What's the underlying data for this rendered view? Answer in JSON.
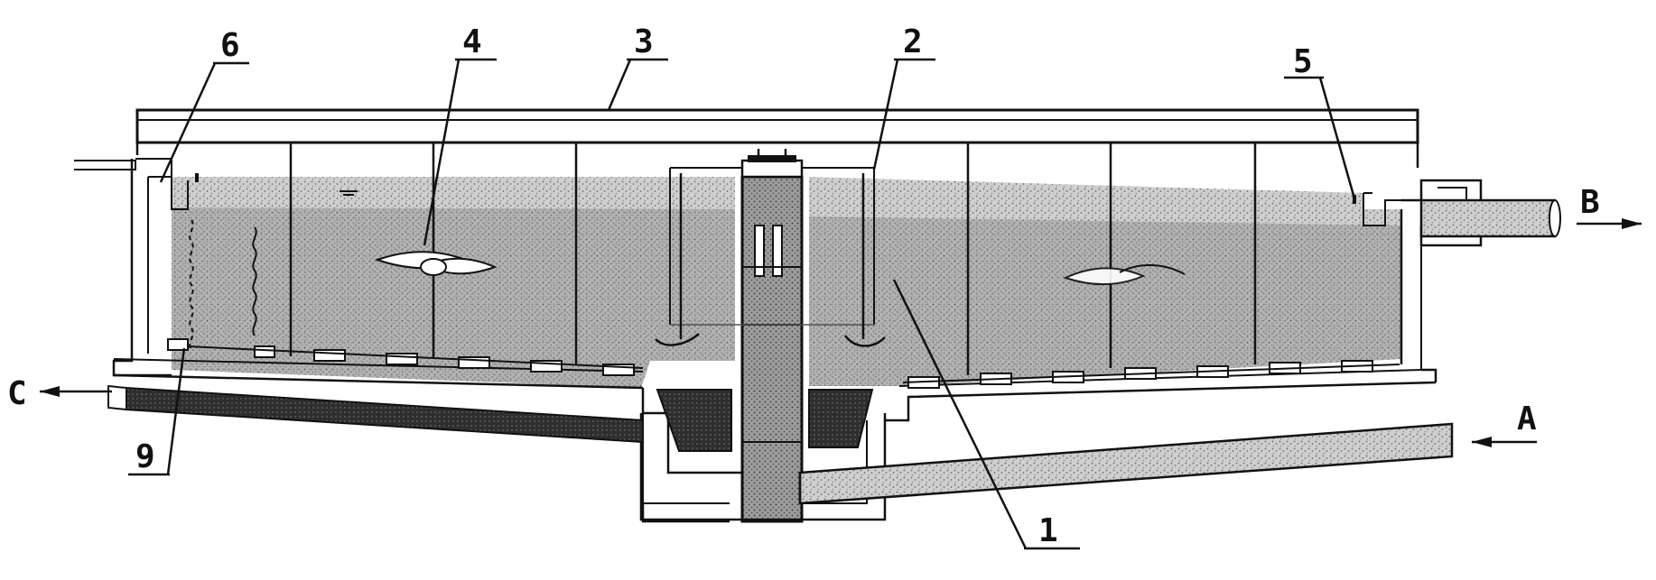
{
  "labels": {
    "n1": "1",
    "n2": "2",
    "n3": "3",
    "n4": "4",
    "n5": "5",
    "n6": "6",
    "n9": "9",
    "a": "A",
    "b": "B",
    "c": "C"
  },
  "colors": {
    "line": "#111111",
    "liquid": "#c4c4c4",
    "liquid_dark": "#9a9a9a",
    "sludge": "#3a3a3a",
    "background": "#ffffff"
  }
}
